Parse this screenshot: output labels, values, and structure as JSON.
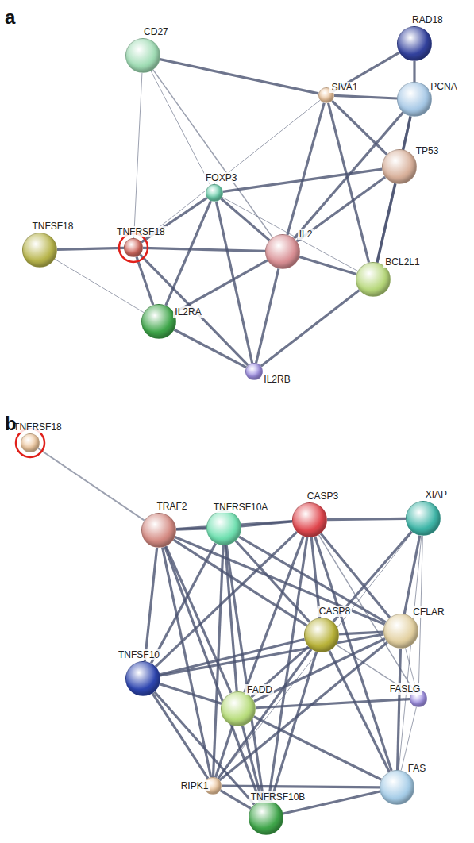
{
  "diagram": {
    "nodes": [
      {
        "text": [
          "CD27"
        ]
      },
      {
        "text": [
          "SIVA1"
        ]
      },
      {
        "text": [
          "RAD18"
        ]
      },
      {
        "text": [
          "PCNA"
        ]
      },
      {
        "text": [
          "FOXP3"
        ]
      },
      {
        "text": [
          "TP53"
        ]
      },
      {
        "text": [
          "TNFRSF18"
        ]
      },
      {
        "text": [
          "TNFSF18"
        ]
      },
      {
        "text": [
          "IL2"
        ]
      },
      {
        "text": [
          "BCL2L1"
        ]
      },
      {
        "text": [
          "IL2RA"
        ]
      },
      {
        "text": [
          "IL2RB"
        ]
      },
      {
        "text": [
          "TNFRSF18"
        ]
      },
      {
        "text": [
          "TRAF2"
        ]
      },
      {
        "text": [
          "TNFRSF10A"
        ]
      },
      {
        "text": [
          "CASP3"
        ]
      },
      {
        "text": [
          "XIAP"
        ]
      },
      {
        "text": [
          "CFLAR"
        ]
      },
      {
        "text": [
          "CASP8"
        ]
      },
      {
        "text": [
          "TNFSF10"
        ]
      },
      {
        "text": [
          "FADD"
        ]
      },
      {
        "text": [
          "FASLG"
        ]
      },
      {
        "text": [
          "RIPK1"
        ]
      },
      {
        "text": [
          "FAS"
        ]
      },
      {
        "text": [
          "TNFRSF10B"
        ]
      }
    ],
    "edges": [
      {
        "from": 0,
        "to": 1,
        "arrow": "none"
      },
      {
        "from": 0,
        "to": 6,
        "arrow": "none"
      },
      {
        "from": 0,
        "to": 4,
        "arrow": "none"
      },
      {
        "from": 0,
        "to": 8,
        "arrow": "none"
      },
      {
        "from": 1,
        "to": 2,
        "arrow": "none"
      },
      {
        "from": 1,
        "to": 3,
        "arrow": "none"
      },
      {
        "from": 1,
        "to": 5,
        "arrow": "none"
      },
      {
        "from": 1,
        "to": 9,
        "arrow": "none"
      },
      {
        "from": 1,
        "to": 8,
        "arrow": "none"
      },
      {
        "from": 1,
        "to": 6,
        "arrow": "none"
      },
      {
        "from": 2,
        "to": 3,
        "arrow": "none"
      },
      {
        "from": 3,
        "to": 5,
        "arrow": "none"
      },
      {
        "from": 3,
        "to": 9,
        "arrow": "none"
      },
      {
        "from": 3,
        "to": 8,
        "arrow": "none"
      },
      {
        "from": 5,
        "to": 9,
        "arrow": "none"
      },
      {
        "from": 4,
        "to": 5,
        "arrow": "none"
      },
      {
        "from": 5,
        "to": 8,
        "arrow": "none"
      },
      {
        "from": 4,
        "to": 6,
        "arrow": "none"
      },
      {
        "from": 4,
        "to": 10,
        "arrow": "none"
      },
      {
        "from": 4,
        "to": 11,
        "arrow": "none"
      },
      {
        "from": 4,
        "to": 8,
        "arrow": "none"
      },
      {
        "from": 4,
        "to": 9,
        "arrow": "none"
      },
      {
        "from": 6,
        "to": 7,
        "arrow": "none"
      },
      {
        "from": 6,
        "to": 8,
        "arrow": "none"
      },
      {
        "from": 6,
        "to": 10,
        "arrow": "none"
      },
      {
        "from": 6,
        "to": 11,
        "arrow": "none"
      },
      {
        "from": 7,
        "to": 10,
        "arrow": "none"
      },
      {
        "from": 8,
        "to": 10,
        "arrow": "none"
      },
      {
        "from": 8,
        "to": 11,
        "arrow": "none"
      },
      {
        "from": 8,
        "to": 9,
        "arrow": "none"
      },
      {
        "from": 10,
        "to": 11,
        "arrow": "none"
      },
      {
        "from": 11,
        "to": 9,
        "arrow": "none"
      },
      {
        "from": 12,
        "to": 13,
        "arrow": "none"
      },
      {
        "from": 13,
        "to": 14,
        "arrow": "none"
      },
      {
        "from": 13,
        "to": 15,
        "arrow": "none"
      },
      {
        "from": 13,
        "to": 19,
        "arrow": "none"
      },
      {
        "from": 13,
        "to": 20,
        "arrow": "none"
      },
      {
        "from": 13,
        "to": 18,
        "arrow": "none"
      },
      {
        "from": 13,
        "to": 22,
        "arrow": "none"
      },
      {
        "from": 13,
        "to": 24,
        "arrow": "none"
      },
      {
        "from": 13,
        "to": 17,
        "arrow": "none"
      },
      {
        "from": 14,
        "to": 15,
        "arrow": "none"
      },
      {
        "from": 14,
        "to": 19,
        "arrow": "none"
      },
      {
        "from": 14,
        "to": 20,
        "arrow": "none"
      },
      {
        "from": 14,
        "to": 18,
        "arrow": "none"
      },
      {
        "from": 14,
        "to": 22,
        "arrow": "none"
      },
      {
        "from": 14,
        "to": 24,
        "arrow": "none"
      },
      {
        "from": 14,
        "to": 17,
        "arrow": "none"
      },
      {
        "from": 15,
        "to": 16,
        "arrow": "none"
      },
      {
        "from": 15,
        "to": 18,
        "arrow": "none"
      },
      {
        "from": 15,
        "to": 17,
        "arrow": "none"
      },
      {
        "from": 15,
        "to": 20,
        "arrow": "none"
      },
      {
        "from": 15,
        "to": 19,
        "arrow": "none"
      },
      {
        "from": 15,
        "to": 23,
        "arrow": "none"
      },
      {
        "from": 15,
        "to": 21,
        "arrow": "none"
      },
      {
        "from": 15,
        "to": 24,
        "arrow": "none"
      },
      {
        "from": 16,
        "to": 17,
        "arrow": "none"
      },
      {
        "from": 16,
        "to": 18,
        "arrow": "none"
      },
      {
        "from": 16,
        "to": 21,
        "arrow": "none"
      },
      {
        "from": 16,
        "to": 23,
        "arrow": "none"
      },
      {
        "from": 16,
        "to": 22,
        "arrow": "none"
      },
      {
        "from": 17,
        "to": 18,
        "arrow": "none"
      },
      {
        "from": 17,
        "to": 20,
        "arrow": "none"
      },
      {
        "from": 17,
        "to": 21,
        "arrow": "none"
      },
      {
        "from": 17,
        "to": 23,
        "arrow": "none"
      },
      {
        "from": 17,
        "to": 22,
        "arrow": "none"
      },
      {
        "from": 17,
        "to": 19,
        "arrow": "none"
      },
      {
        "from": 18,
        "to": 19,
        "arrow": "none"
      },
      {
        "from": 18,
        "to": 20,
        "arrow": "none"
      },
      {
        "from": 18,
        "to": 22,
        "arrow": "none"
      },
      {
        "from": 18,
        "to": 23,
        "arrow": "none"
      },
      {
        "from": 18,
        "to": 21,
        "arrow": "none"
      },
      {
        "from": 18,
        "to": 24,
        "arrow": "none"
      },
      {
        "from": 19,
        "to": 20,
        "arrow": "none"
      },
      {
        "from": 19,
        "to": 22,
        "arrow": "none"
      },
      {
        "from": 19,
        "to": 24,
        "arrow": "none"
      },
      {
        "from": 20,
        "to": 22,
        "arrow": "none"
      },
      {
        "from": 20,
        "to": 24,
        "arrow": "none"
      },
      {
        "from": 20,
        "to": 23,
        "arrow": "none"
      },
      {
        "from": 20,
        "to": 21,
        "arrow": "none"
      },
      {
        "from": 21,
        "to": 23,
        "arrow": "none"
      },
      {
        "from": 22,
        "to": 24,
        "arrow": "none"
      },
      {
        "from": 22,
        "to": 23,
        "arrow": "none"
      },
      {
        "from": 23,
        "to": 24,
        "arrow": "none"
      }
    ],
    "labels": [
      "a",
      "b"
    ]
  }
}
